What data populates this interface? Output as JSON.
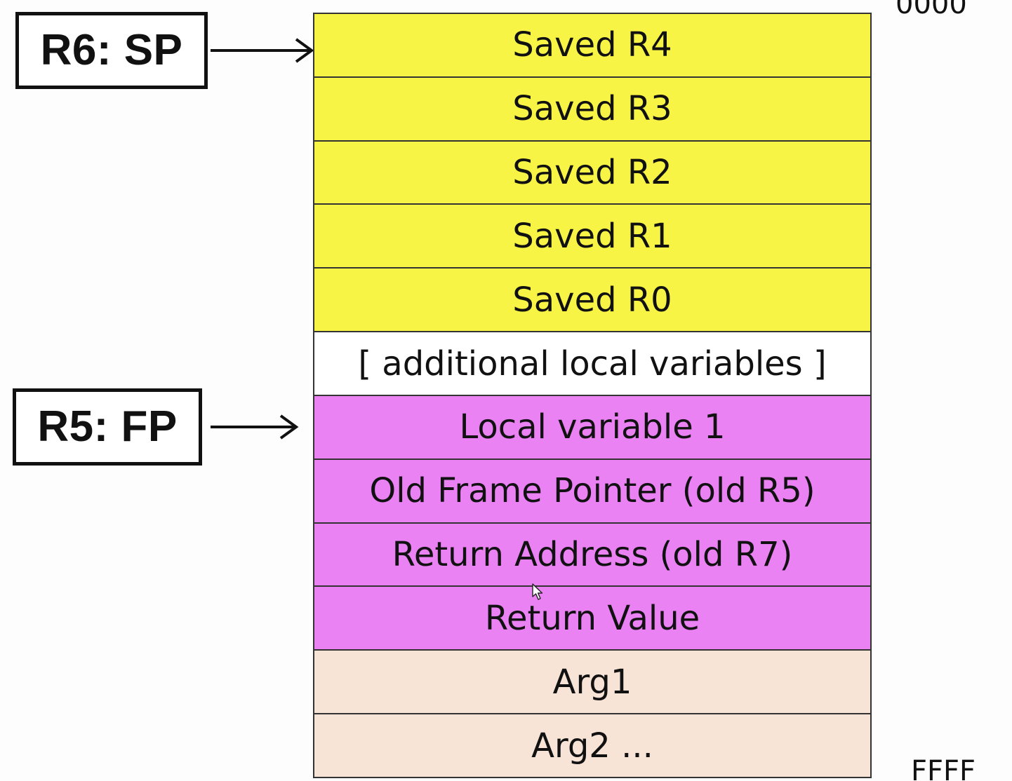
{
  "registers": {
    "sp_label": "R6: SP",
    "fp_label": "R5: FP"
  },
  "addresses": {
    "top": "0000",
    "bottom": "FFFF"
  },
  "colors": {
    "saved_registers": "#f7f446",
    "additional_locals": "#ffffff",
    "frame": "#ea82f4",
    "arguments": "#f8e4d6"
  },
  "stack": {
    "cells": [
      {
        "label": "Saved R4",
        "color": "#f7f446"
      },
      {
        "label": "Saved R3",
        "color": "#f7f446"
      },
      {
        "label": "Saved R2",
        "color": "#f7f446"
      },
      {
        "label": "Saved R1",
        "color": "#f7f446"
      },
      {
        "label": "Saved R0",
        "color": "#f7f446"
      },
      {
        "label": "[ additional local variables ]",
        "color": "#ffffff"
      },
      {
        "label": "Local variable 1",
        "color": "#ea82f4"
      },
      {
        "label": "Old Frame Pointer (old R5)",
        "color": "#ea82f4"
      },
      {
        "label": "Return Address (old R7)",
        "color": "#ea82f4"
      },
      {
        "label": "Return Value",
        "color": "#ea82f4"
      },
      {
        "label": "Arg1",
        "color": "#f8e4d6"
      },
      {
        "label": "Arg2 ...",
        "color": "#f8e4d6"
      }
    ]
  }
}
